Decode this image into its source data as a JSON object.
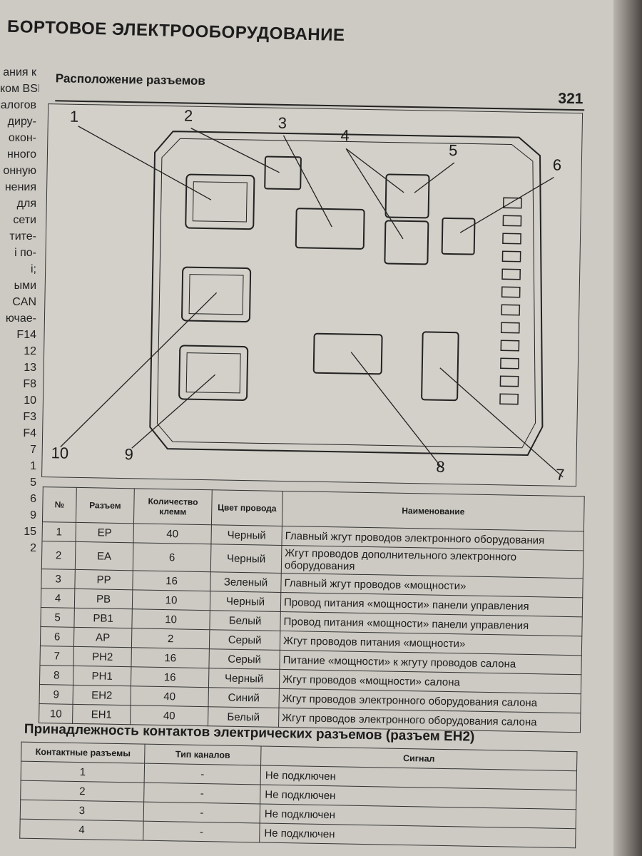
{
  "header": {
    "running_head": "БОРТОВОЕ ЭЛЕКТРООБОРУДОВАНИЕ"
  },
  "page": {
    "section_title": "Расположение разъемов",
    "number": "321"
  },
  "gutter_lines": [
    "ания к",
    "ком BSI",
    "",
    "алогов",
    "",
    "",
    "диру-",
    "окон-",
    "нного",
    "онную",
    "нения",
    "для",
    "сети",
    "",
    "тите-",
    "",
    "і по-",
    "",
    "і;",
    "ыми",
    "CAN",
    "ючае-",
    "",
    "",
    "",
    "F14",
    "12",
    "13",
    "",
    "F8",
    "10",
    "F3",
    "F4",
    "7",
    "1",
    "5",
    "6",
    "9",
    "15",
    "2"
  ],
  "figure": {
    "callouts": [
      "1",
      "2",
      "3",
      "4",
      "5",
      "6",
      "7",
      "8",
      "9",
      "10"
    ]
  },
  "connectors_table": {
    "headers": [
      "№",
      "Разъем",
      "Количество клемм",
      "Цвет провода",
      "Наименование"
    ],
    "rows": [
      [
        "1",
        "EP",
        "40",
        "Черный",
        "Главный жгут проводов электронного оборудования"
      ],
      [
        "2",
        "EA",
        "6",
        "Черный",
        "Жгут проводов дополнительного электронного оборудования"
      ],
      [
        "3",
        "PP",
        "16",
        "Зеленый",
        "Главный жгут проводов «мощности»"
      ],
      [
        "4",
        "PB",
        "10",
        "Черный",
        "Провод питания «мощности» панели управления"
      ],
      [
        "5",
        "PB1",
        "10",
        "Белый",
        "Провод питания «мощности» панели управления"
      ],
      [
        "6",
        "AP",
        "2",
        "Серый",
        "Жгут проводов питания «мощности»"
      ],
      [
        "7",
        "PH2",
        "16",
        "Серый",
        "Питание «мощности» к жгуту проводов салона"
      ],
      [
        "8",
        "PH1",
        "16",
        "Черный",
        "Жгут проводов «мощности» салона"
      ],
      [
        "9",
        "EH2",
        "40",
        "Синий",
        "Жгут проводов электронного оборудования салона"
      ],
      [
        "10",
        "EH1",
        "40",
        "Белый",
        "Жгут проводов электронного оборудования салона"
      ]
    ]
  },
  "pins_section": {
    "title": "Принадлежность контактов электрических разъемов (разъем EH2)",
    "headers": [
      "Контактные разъемы",
      "Тип каналов",
      "Сигнал"
    ],
    "rows": [
      [
        "1",
        "-",
        "Не подключен"
      ],
      [
        "2",
        "-",
        "Не подключен"
      ],
      [
        "3",
        "-",
        "Не подключен"
      ],
      [
        "4",
        "-",
        "Не подключен"
      ]
    ]
  }
}
